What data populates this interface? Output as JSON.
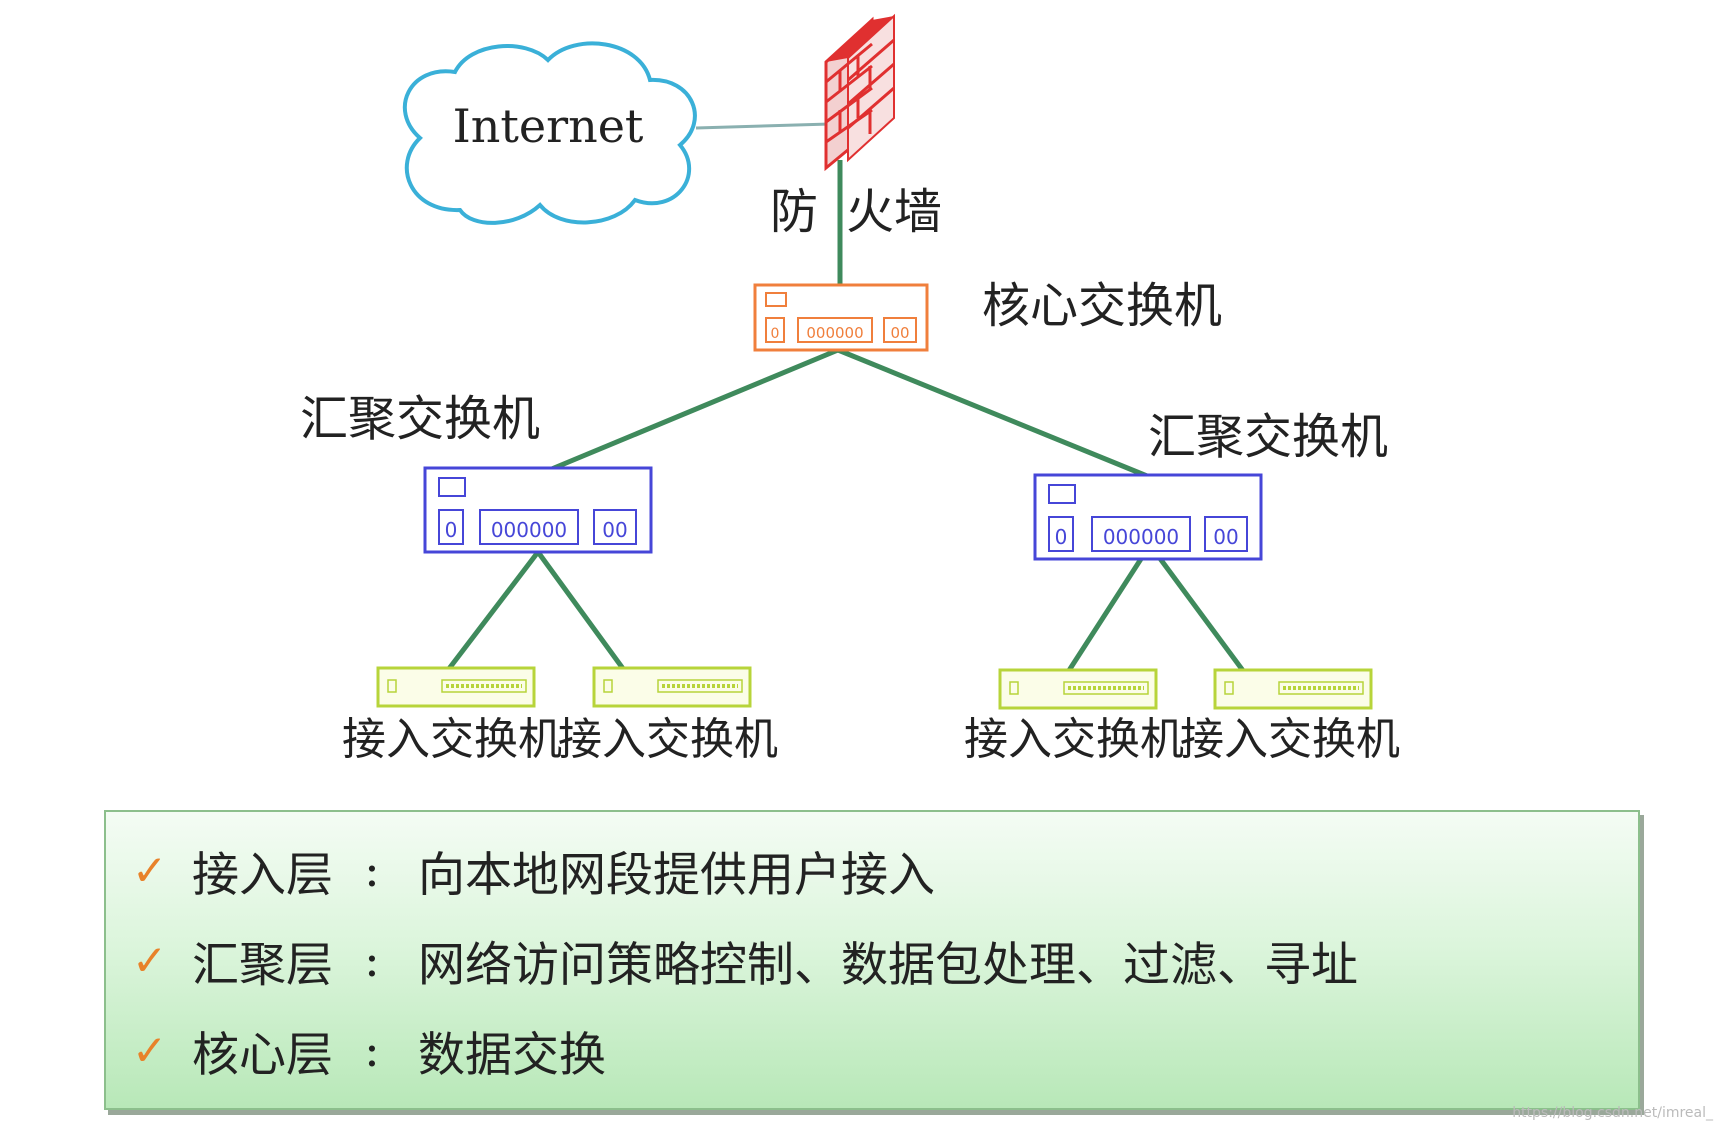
{
  "diagram": {
    "cloud_label": "Internet",
    "firewall_label_1": "防",
    "firewall_label_2": "火墙",
    "core_label": "核心交换机",
    "agg_left_label": "汇聚交换机",
    "agg_right_label": "汇聚交换机",
    "access_labels": [
      "接入交换机",
      "接入交换机",
      "接入交换机",
      "接入交换机"
    ],
    "port_text_big": "000000",
    "port_text_pair": "00",
    "port_text_single": "0"
  },
  "legend": {
    "check_symbol": "✓",
    "rows": [
      {
        "layer": "接入层",
        "colon": ":",
        "desc": "向本地网段提供用户接入"
      },
      {
        "layer": "汇聚层",
        "colon": ":",
        "desc": "网络访问策略控制、数据包处理、过滤、寻址"
      },
      {
        "layer": "核心层",
        "colon": ":",
        "desc": "数据交换"
      }
    ]
  },
  "watermark": "https://blog.csdn.net/imreal_",
  "colors": {
    "link": "#3f8a5c",
    "cloud": "#3ab0d8",
    "firewall": "#e03030",
    "core": "#f07f3c",
    "aggregation": "#4646d8",
    "access": "#b7d43a",
    "check": "#e8822a"
  }
}
